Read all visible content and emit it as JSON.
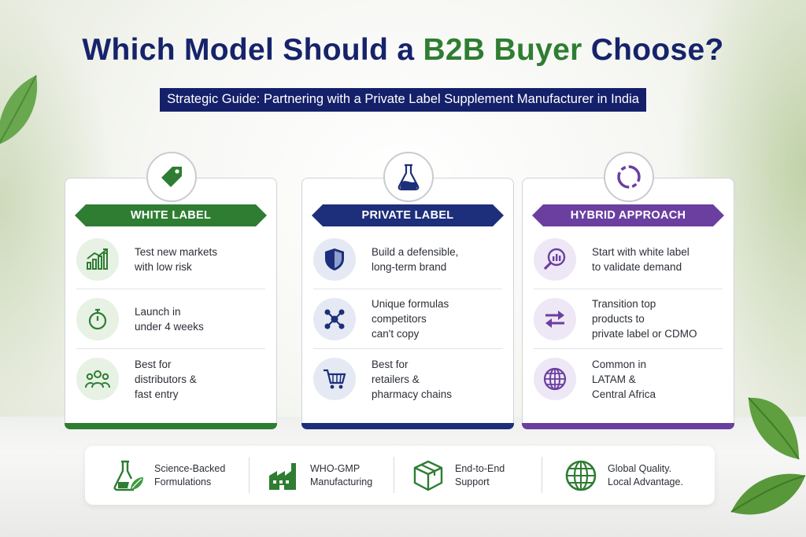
{
  "title": {
    "part1": "Which Model Should a ",
    "accent": "B2B Buyer",
    "part2": " Choose?"
  },
  "subtitle": "Strategic Guide: Partnering with a Private Label Supplement Manufacturer in India",
  "colors": {
    "navy": "#16236b",
    "green": "#2e7d32",
    "blue": "#1d2f7a",
    "purple": "#6b3fa0"
  },
  "cards": [
    {
      "heading": "WHITE LABEL",
      "icon": "price-tag-icon",
      "items": [
        {
          "icon": "growth-chart-icon",
          "text": "Test new markets\nwith low risk"
        },
        {
          "icon": "stopwatch-icon",
          "text": "Launch in\nunder 4 weeks"
        },
        {
          "icon": "people-group-icon",
          "text": "Best for\ndistributors &\nfast entry"
        }
      ]
    },
    {
      "heading": "PRIVATE LABEL",
      "icon": "flask-icon",
      "items": [
        {
          "icon": "shield-icon",
          "text": "Build a defensible,\nlong-term brand"
        },
        {
          "icon": "molecule-icon",
          "text": "Unique formulas\ncompetitors\ncan't copy"
        },
        {
          "icon": "shopping-cart-icon",
          "text": "Best for\nretailers &\npharmacy chains"
        }
      ]
    },
    {
      "heading": "HYBRID APPROACH",
      "icon": "cycle-arrows-icon",
      "items": [
        {
          "icon": "magnifier-chart-icon",
          "text": "Start with white label\nto validate demand"
        },
        {
          "icon": "swap-arrows-icon",
          "text": "Transition top\nproducts to\nprivate label or CDMO"
        },
        {
          "icon": "globe-icon",
          "text": "Common in\nLATAM &\nCentral Africa"
        }
      ]
    }
  ],
  "features": [
    {
      "icon": "lab-flask-leaf-icon",
      "text": "Science-Backed\nFormulations"
    },
    {
      "icon": "factory-icon",
      "text": "WHO-GMP\nManufacturing"
    },
    {
      "icon": "package-box-icon",
      "text": "End-to-End\nSupport"
    },
    {
      "icon": "globe-icon",
      "text": "Global Quality.\nLocal Advantage."
    }
  ]
}
